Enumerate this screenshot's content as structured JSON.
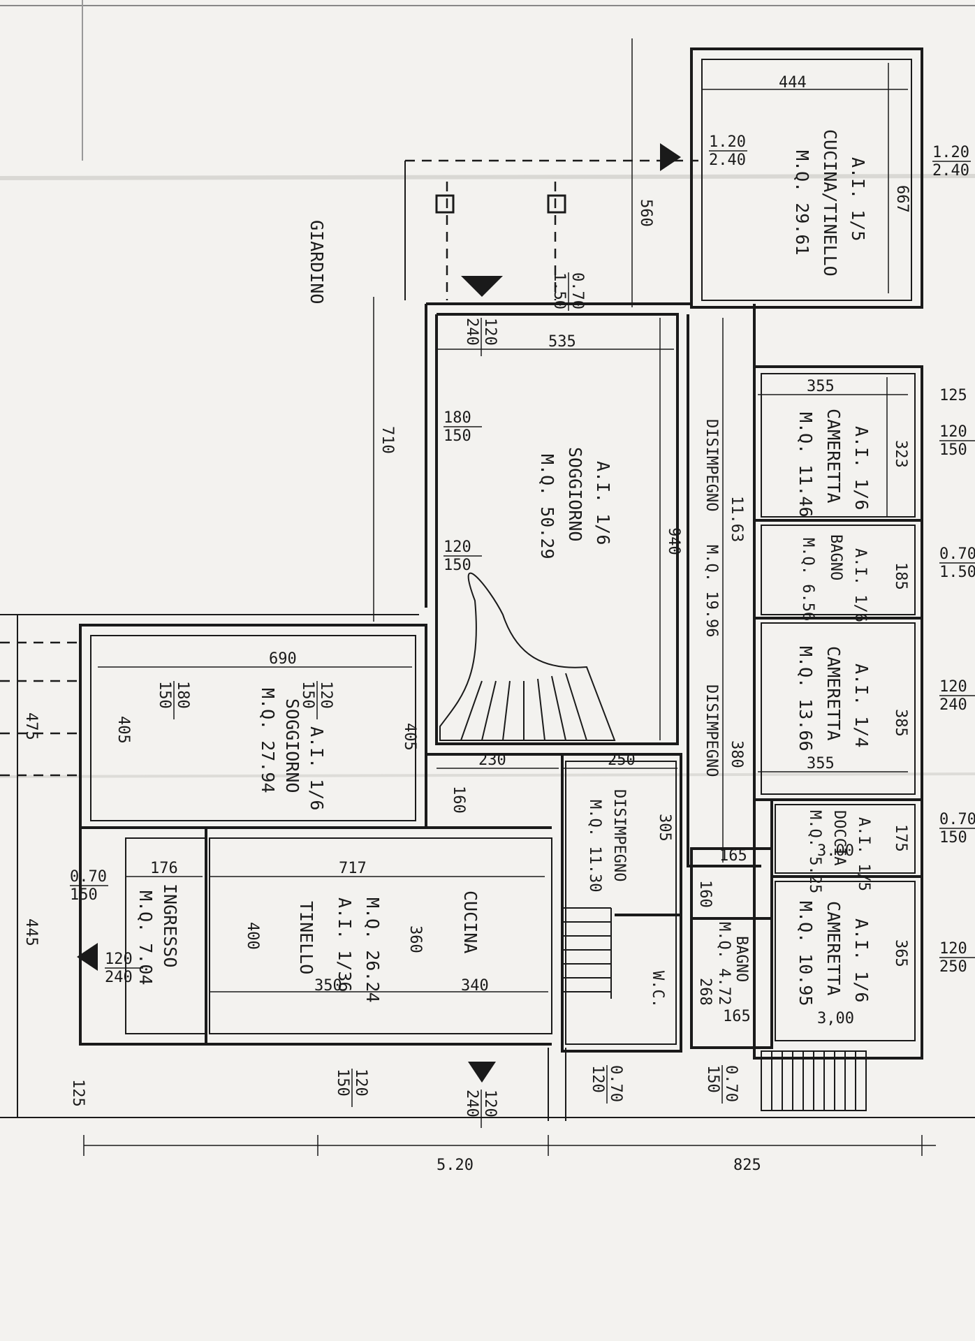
{
  "garden": "GIARDINO",
  "rooms": {
    "cucina_tinello_top": {
      "code": "A.I. 1/5",
      "name": "CUCINA/TINELLO",
      "area": "M.Q. 29.61"
    },
    "soggiorno_upper": {
      "code": "A.I. 1/6",
      "name": "SOGGIORNO",
      "area": "M.Q. 50.29"
    },
    "disimpegno_main": {
      "name": "DISIMPEGNO",
      "area": "M.Q. 19.96",
      "name2": "DISIMPEGNO"
    },
    "cameretta_1": {
      "code": "A.I. 1/6",
      "name": "CAMERETTA",
      "area": "M.Q. 11.46"
    },
    "bagno_1": {
      "code": "A.I. 1/6",
      "name": "BAGNO",
      "area": "M.Q. 6.56"
    },
    "cameretta_2": {
      "code": "A.I. 1/4",
      "name": "CAMERETTA",
      "area": "M.Q. 13.66"
    },
    "doccia": {
      "code": "A.I. 1/5",
      "name": "DOCCIA",
      "area": "M.Q. 5.25"
    },
    "cameretta_3": {
      "code": "A.I. 1/6",
      "name": "CAMERETTA",
      "area": "M.Q. 10.95"
    },
    "bagno_2": {
      "name": "BAGNO",
      "area": "M.Q. 4.72"
    },
    "soggiorno_left": {
      "code": "A.I. 1/6",
      "name": "SOGGIORNO",
      "area": "M.Q. 27.94"
    },
    "ingresso": {
      "name": "INGRESSO",
      "area": "M.Q. 7.04"
    },
    "tinello_cucina": {
      "code": "A.I. 1/36",
      "name": "TINELLO",
      "area": "M.Q. 26.24",
      "name2": "CUCINA"
    },
    "disimpegno_small": {
      "name": "DISIMPEGNO",
      "area": "M.Q. 11.30"
    },
    "wc": {
      "name": "W.C."
    }
  },
  "dimensions": {
    "d444": "444",
    "d667": "667",
    "d560": "560",
    "d535": "535",
    "d710": "710",
    "d940": "940",
    "d1163": "11.63",
    "d355a": "355",
    "d323": "323",
    "d185": "185",
    "d385": "385",
    "d355b": "355",
    "d175": "175",
    "d300a": "3.00",
    "d165a": "165",
    "d365": "365",
    "d300b": "3,00",
    "d160": "160",
    "d268": "268",
    "d165b": "165",
    "d690": "690",
    "d405a": "405",
    "d405b": "405",
    "d230": "230",
    "d250": "250",
    "d380": "380",
    "d160b": "160",
    "d305": "305",
    "d176": "176",
    "d717": "717",
    "d400": "400",
    "d360": "360",
    "d350": "350",
    "d340": "340",
    "d475": "475",
    "d445": "445",
    "d125a": "125",
    "d125b": "125",
    "d520": "5.20",
    "d825": "825"
  },
  "openings": {
    "w_120_240_a": "1.20\n2.40",
    "w_120_240_b": "1.20\n2.40",
    "w_070_150_top": "0.70\n1.50",
    "w_120_240_c": "120\n240",
    "w_180_150": "180\n150",
    "w_120_150_a": "120\n150",
    "w_180_150_b": "180\n150",
    "w_120_150_b": "120\n150",
    "w_120_150_r": "120\n150",
    "w_070_150_r": "0.70\n1.50",
    "w_120_240_r": "120\n240",
    "w_070_150_r2": "0.70\n150",
    "w_120_250_r": "120\n250",
    "w_070_150_l": "0.70\n150",
    "w_120_240_l": "120\n240",
    "w_120_150_bot": "120\n150",
    "w_120_240_bot": "120\n240",
    "w_070_120_bot": "0.70\n120",
    "w_070_150_bot": "0.70\n150"
  }
}
